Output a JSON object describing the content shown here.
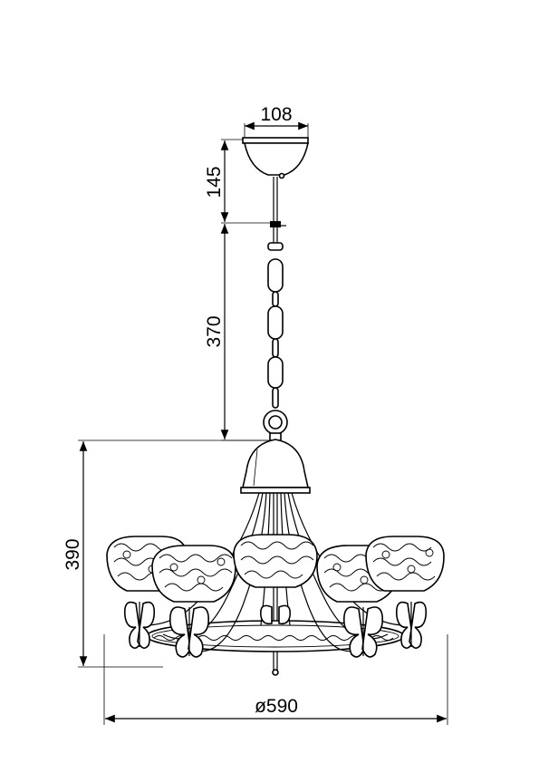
{
  "dimensions": {
    "canopy_width": "108",
    "canopy_height": "145",
    "chain_length": "370",
    "body_height": "390",
    "diameter": "ø590"
  },
  "colors": {
    "line": "#000000",
    "background": "#ffffff"
  }
}
